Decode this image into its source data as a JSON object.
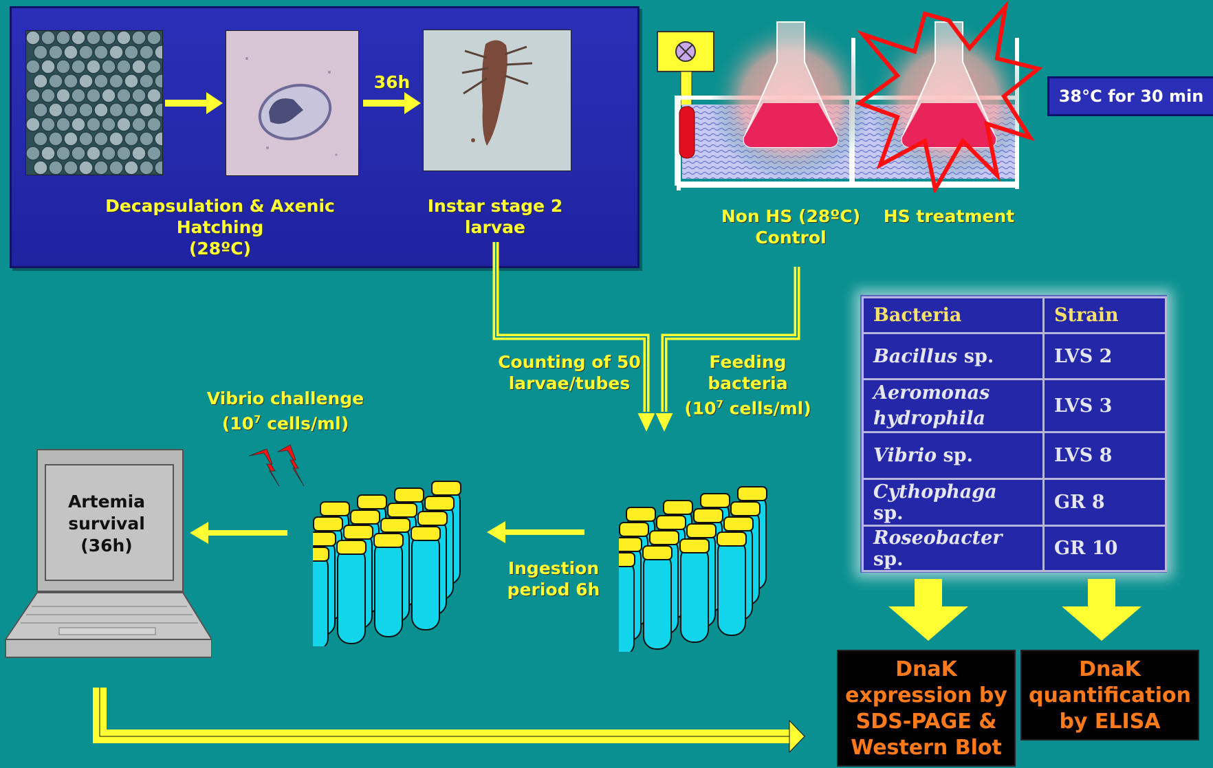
{
  "hatching": {
    "label_line1": "Decapsulation & Axenic Hatching",
    "label_line2": "(28ºC)",
    "arrow_label": "36h",
    "instar_line1": "Instar stage 2",
    "instar_line2": "larvae"
  },
  "treatment": {
    "condition_box": "38°C for 30 min",
    "control_line1": "Non HS (28ºC)",
    "control_line2": "Control",
    "hs_label": "HS treatment"
  },
  "feeding": {
    "counting_line1": "Counting of 50",
    "counting_line2": "larvae/tubes",
    "feeding_line1": "Feeding bacteria",
    "feeding_line2": "(10",
    "feeding_sup": "7",
    "feeding_line2_end": " cells/ml)"
  },
  "challenge": {
    "vibrio_line1": "Vibrio challenge",
    "vibrio_line2": "(10",
    "vibrio_sup": "7",
    "vibrio_line2_end": " cells/ml)",
    "ingestion_line1": "Ingestion",
    "ingestion_line2": "period 6h"
  },
  "survival": {
    "line1": "Artemia",
    "line2": "survival",
    "line3": "(36h)"
  },
  "bacteria_table": {
    "headers": [
      "Bacteria",
      "Strain"
    ],
    "rows": [
      {
        "genus": "Bacillus",
        "species": " sp.",
        "strain": "LVS 2"
      },
      {
        "genus": "Aeromonas",
        "species": "hydrophila",
        "strain": "LVS 3"
      },
      {
        "genus": "Vibrio",
        "species": " sp.",
        "strain": "LVS 8"
      },
      {
        "genus": "Cythophaga",
        "species": " sp.",
        "strain": "GR 8"
      },
      {
        "genus": "Roseobacter",
        "species": " sp.",
        "strain": "GR 10"
      }
    ]
  },
  "results": {
    "sds_line1": "DnaK",
    "sds_line2": "expression by",
    "sds_line3": "SDS-PAGE &",
    "sds_line4": "Western Blot",
    "elisa_line1": "DnaK",
    "elisa_line2": "quantification",
    "elisa_line3": "by ELISA"
  },
  "colors": {
    "background": "#0a9090",
    "panel": "#2327a8",
    "label_yellow": "#ffff33",
    "result_orange": "#ff7a1a",
    "tube_cyan": "#12d4ea",
    "tube_cap": "#ffee22"
  }
}
